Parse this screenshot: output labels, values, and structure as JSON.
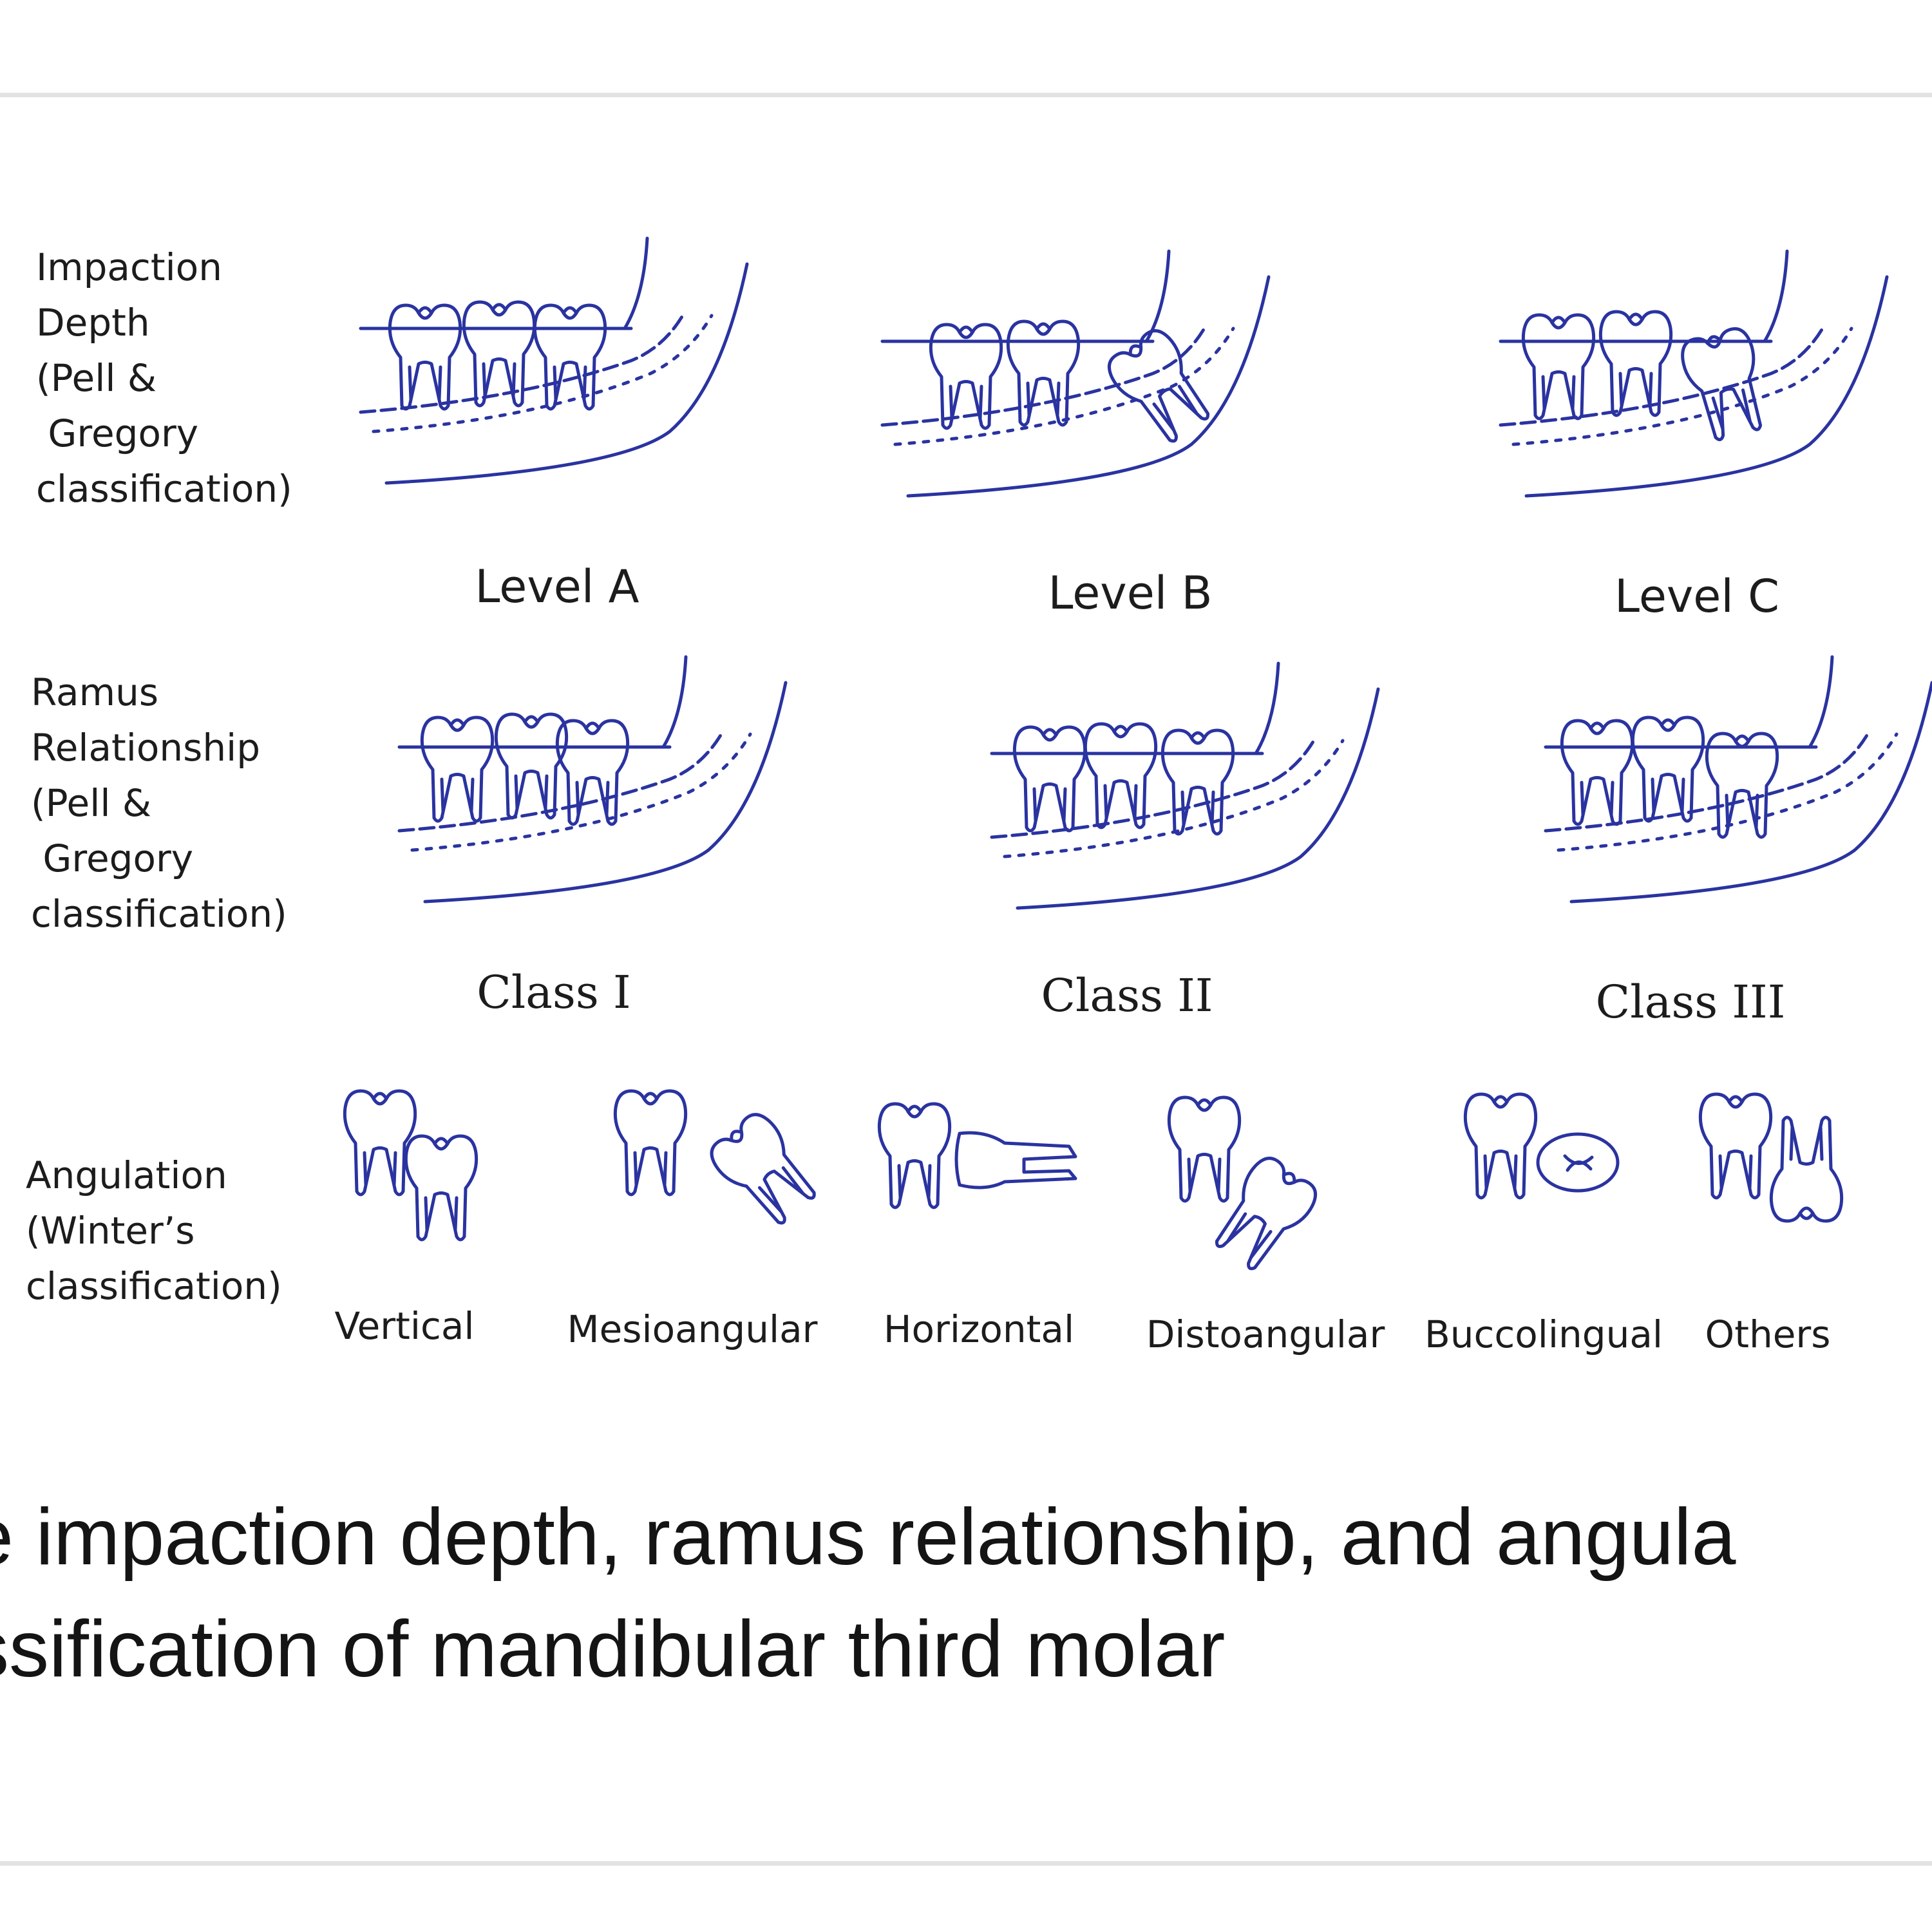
{
  "rows": {
    "depth": {
      "label": "Impaction\nDepth\n(Pell &\n Gregory\nclassification)",
      "captions": [
        "Level A",
        "Level B",
        "Level C"
      ]
    },
    "ramus": {
      "label": "Ramus\nRelationship\n(Pell &\n Gregory\nclassification)",
      "captions": [
        "Class I",
        "Class II",
        "Class III"
      ]
    },
    "angulation": {
      "label": "Angulation\n(Winter’s\nclassification)",
      "captions": [
        "Vertical",
        "Mesioangular",
        "Horizontal",
        "Distoangular",
        "Buccolingual",
        "Others"
      ]
    }
  },
  "caption": {
    "line1": "e impaction depth, ramus relationship, and angula",
    "line2": "ssification of mandibular third molar"
  },
  "colors": {
    "ink": "#2a33a0",
    "text": "#1c1c1c",
    "rule": "#e2e2e2"
  }
}
